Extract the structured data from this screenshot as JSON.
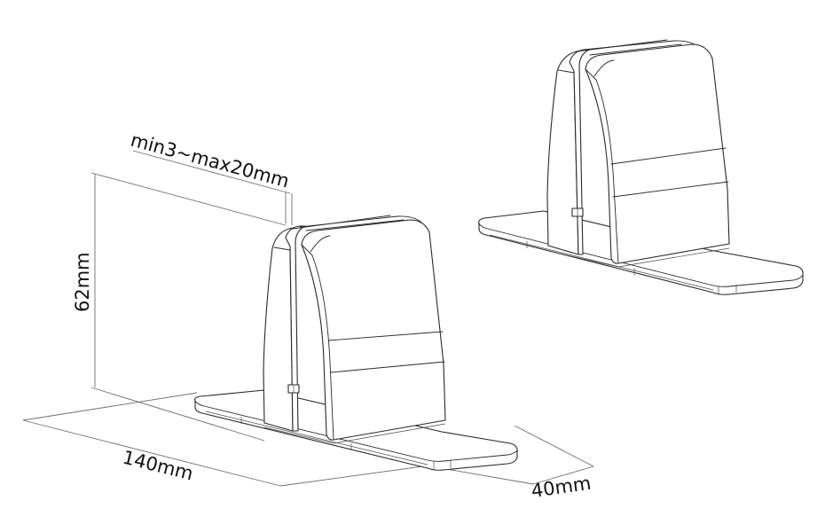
{
  "diagram": {
    "subject": "desk partition mounting brackets (pair)",
    "colors": {
      "line": "#2a2a2a",
      "dimension_line": "#6e6e6e",
      "label": "#111111",
      "background": "#ffffff"
    },
    "dimensions": {
      "clamp_range": "min3~max20mm",
      "height": "62mm",
      "length": "140mm",
      "width": "40mm"
    },
    "parts": [
      {
        "name": "bracket-front",
        "position": "left-front"
      },
      {
        "name": "bracket-back",
        "position": "right-back"
      }
    ]
  }
}
